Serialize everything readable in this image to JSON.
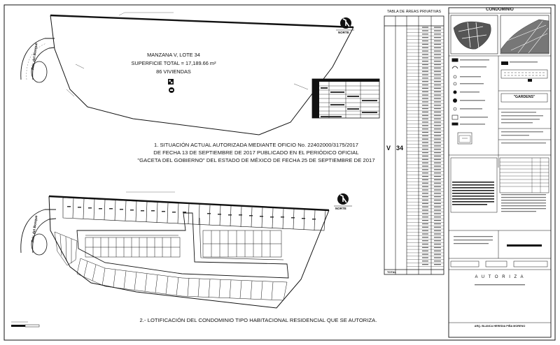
{
  "plan_top": {
    "street": "Priv. del Bosque",
    "north": "NORTE",
    "lot_title": "MANZANA V, LOTE 34",
    "lot_area": "SUPERFICIE TOTAL = 17,189.66 m²",
    "lot_units": "86 VIVIENDAS",
    "caption_1": "1. SITUACIÓN ACTUAL AUTORIZADA MEDIANTE OFICIO No. 22402000/3175/2017",
    "caption_2": "DE FECHA 13 DE SEPTIEMBRE DE 2017 PUBLICADO EN EL PERIÓDICO OFICIAL",
    "caption_3": "\"GACETA DEL GOBIERNO\" DEL ESTADO DE MÉXICO DE FECHA 25 DE SEPTIEMBRE DE 2017"
  },
  "plan_bottom": {
    "street": "Priv. del Bosque",
    "north": "NORTE",
    "caption": "2.- LOTIFICACIÓN DEL CONDOMINIO TIPO HABITACIONAL RESIDENCIAL QUE SE AUTORIZA."
  },
  "table": {
    "title": "TABLA DE ÁREAS PRIVATIVAS",
    "manzana": "V",
    "lote": "34",
    "total_label": "TOTAL"
  },
  "title_block": {
    "header": "CONDOMINIO",
    "name": "\"GARDENS\"",
    "autoriza": "A U T O R I Z A",
    "signer": "ARQ. BLANCA HEREDIA PIÑA MORENO"
  }
}
